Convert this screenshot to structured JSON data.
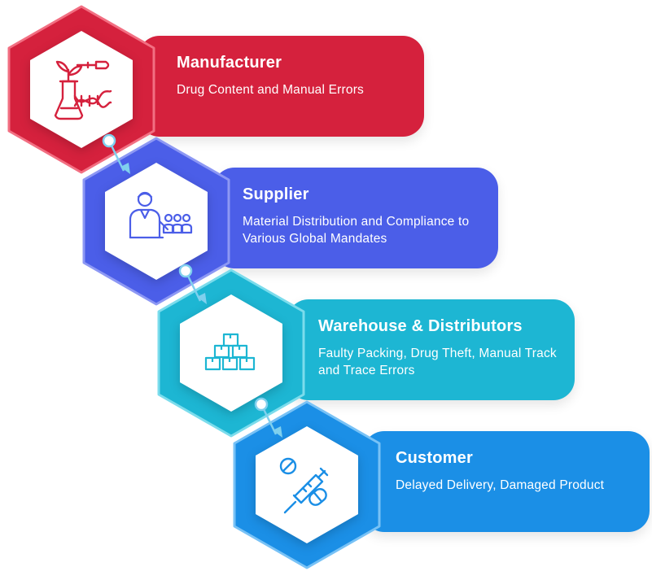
{
  "stages": [
    {
      "title": "Manufacturer",
      "description": "Drug Content and Manual Errors",
      "icon": "flask-plant-dna-icon",
      "color": "#d5213d",
      "light": "#f26f82"
    },
    {
      "title": "Supplier",
      "description": "Material Distribution and Compliance to Various Global Mandates",
      "icon": "supplier-team-icon",
      "color": "#4b5ee8",
      "light": "#8d98f4"
    },
    {
      "title": "Warehouse & Distributors",
      "description": "Faulty Packing, Drug Theft, Manual Track and Trace Errors",
      "icon": "stacked-boxes-icon",
      "color": "#1db6d3",
      "light": "#7bdcec"
    },
    {
      "title": "Customer",
      "description": "Delayed Delivery, Damaged Product",
      "icon": "syringe-pills-icon",
      "color": "#1b8fe6",
      "light": "#78c2f6"
    }
  ],
  "connector_color": "#7fd0ee"
}
